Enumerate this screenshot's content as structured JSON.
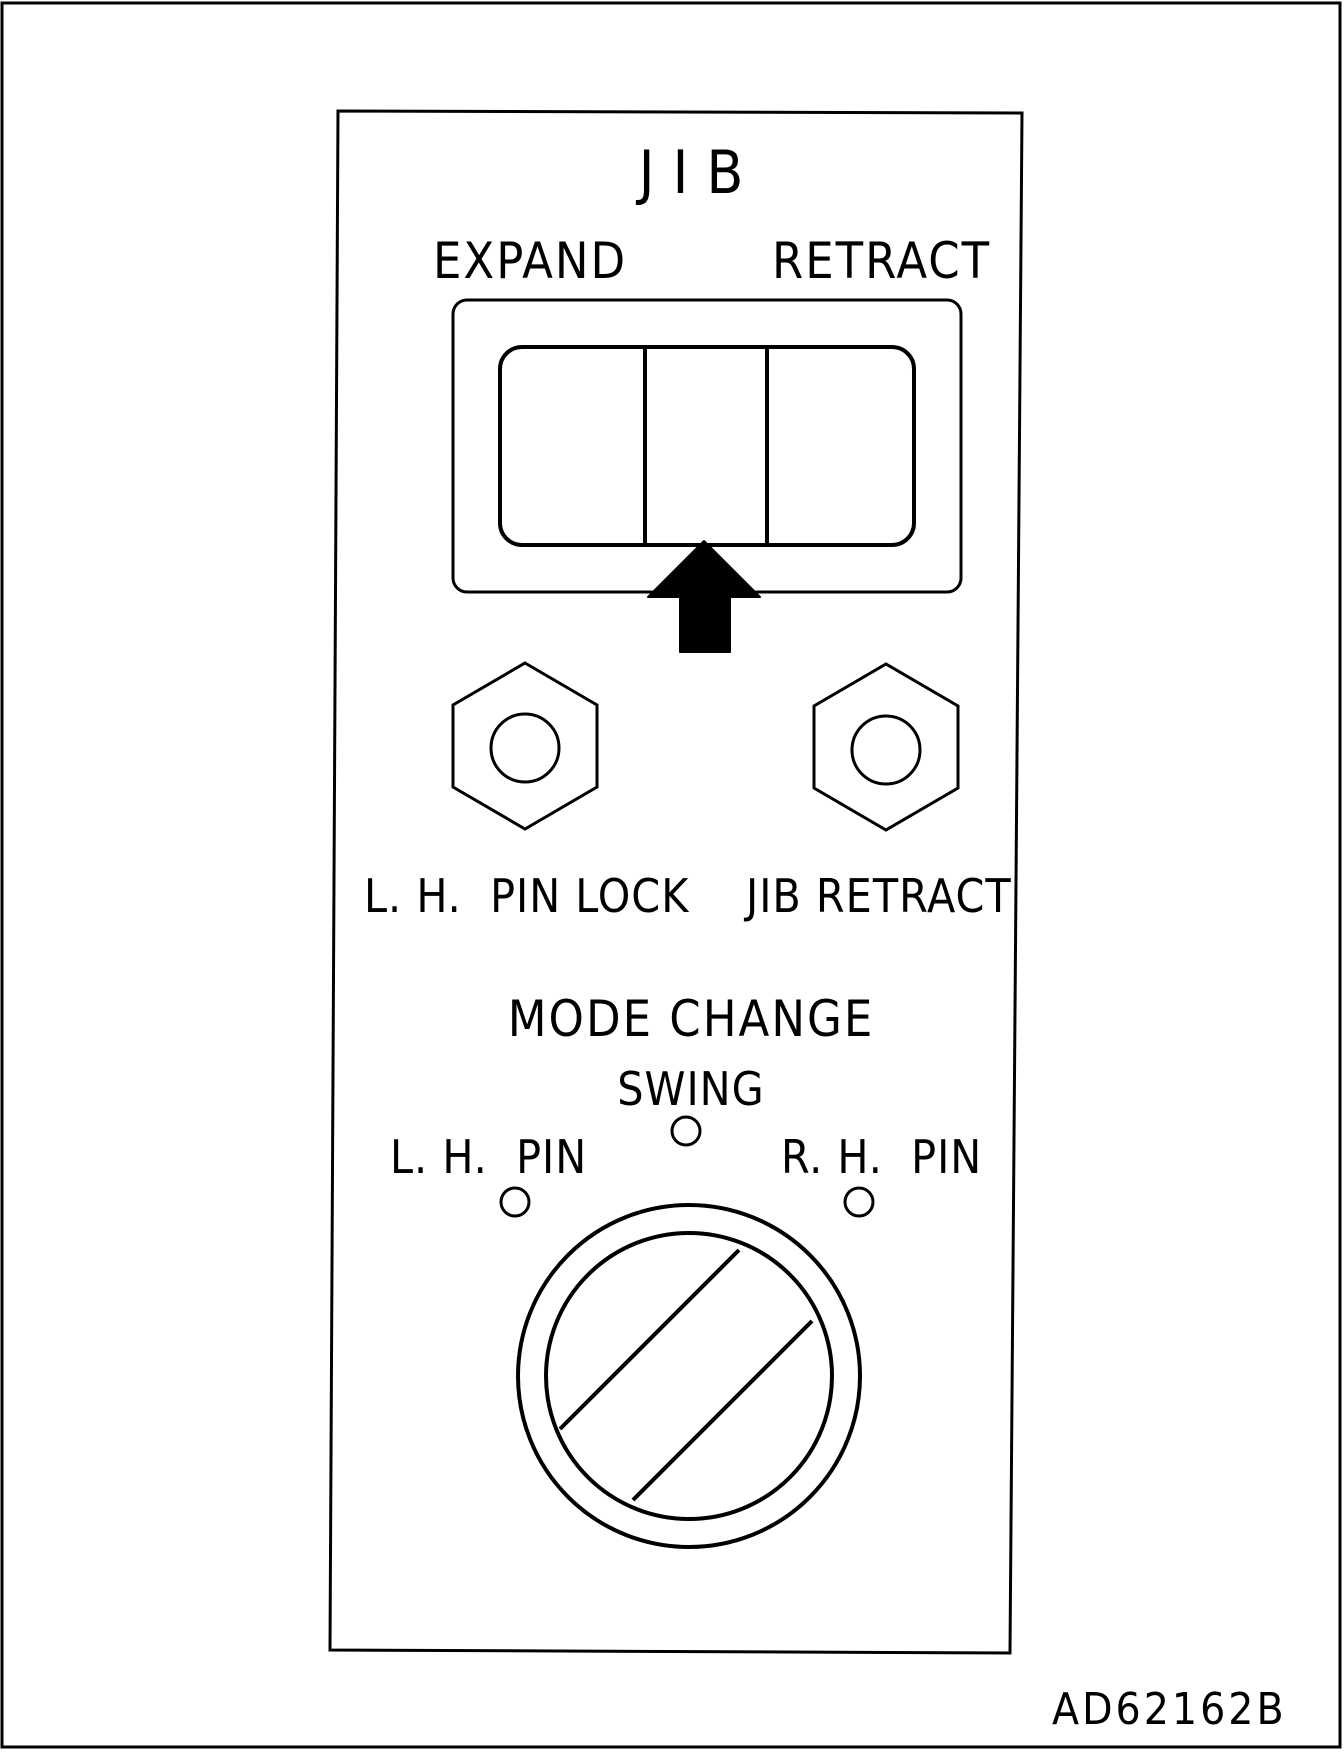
{
  "panel": {
    "title": "JIB",
    "rocker_switch": {
      "left_label": "EXPAND",
      "right_label": "RETRACT",
      "indicated_position": "center"
    },
    "indicator_lamps": [
      {
        "label": "L. H.  PIN LOCK"
      },
      {
        "label": "JIB RETRACT"
      }
    ],
    "mode_change": {
      "title": "MODE CHANGE",
      "positions": {
        "left": "L. H.  PIN",
        "center": "SWING",
        "right": "R. H.  PIN"
      }
    }
  },
  "figure_reference": "AD62162B"
}
